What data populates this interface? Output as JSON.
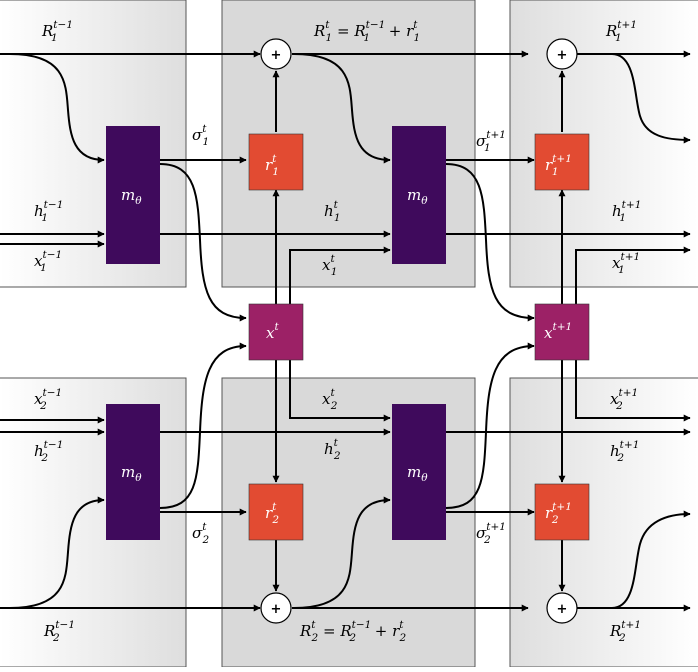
{
  "colors": {
    "panel_light": "#ececec",
    "panel_dark": "#d9d9d9",
    "panel_border": "#555555",
    "model_box": "#3f0a5c",
    "reward_box": "#e24b32",
    "state_box": "#9c2166",
    "wire": "#000000"
  },
  "labels": {
    "R1_prev": {
      "base": "R",
      "sub": "1",
      "sup": "t−1"
    },
    "R1_eq": {
      "lhs_base": "R",
      "lhs_sub": "1",
      "lhs_sup": "t",
      "eq": " = ",
      "a_base": "R",
      "a_sub": "1",
      "a_sup": "t−1",
      "plus": " + ",
      "b_base": "r",
      "b_sub": "1",
      "b_sup": "t"
    },
    "R1_next": {
      "base": "R",
      "sub": "1",
      "sup": "t+1"
    },
    "R2_prev": {
      "base": "R",
      "sub": "2",
      "sup": "t−1"
    },
    "R2_eq": {
      "lhs_base": "R",
      "lhs_sub": "2",
      "lhs_sup": "t",
      "eq": " = ",
      "a_base": "R",
      "a_sub": "2",
      "a_sup": "t−1",
      "plus": " + ",
      "b_base": "r",
      "b_sub": "2",
      "b_sup": "t"
    },
    "R2_next": {
      "base": "R",
      "sub": "2",
      "sup": "t+1"
    },
    "sigma1_t": {
      "base": "σ",
      "sub": "1",
      "sup": "t"
    },
    "sigma1_t1": {
      "base": "σ",
      "sub": "1",
      "sup": "t+1"
    },
    "sigma2_t": {
      "base": "σ",
      "sub": "2",
      "sup": "t"
    },
    "sigma2_t1": {
      "base": "σ",
      "sub": "2",
      "sup": "t+1"
    },
    "h1_prev": {
      "base": "h",
      "sub": "1",
      "sup": "t−1"
    },
    "h1_t": {
      "base": "h",
      "sub": "1",
      "sup": "t"
    },
    "h1_next": {
      "base": "h",
      "sub": "1",
      "sup": "t+1"
    },
    "x1_prev": {
      "base": "x",
      "sub": "1",
      "sup": "t−1"
    },
    "x1_t": {
      "base": "x",
      "sub": "1",
      "sup": "t"
    },
    "x1_next": {
      "base": "x",
      "sub": "1",
      "sup": "t+1"
    },
    "x2_prev": {
      "base": "x",
      "sub": "2",
      "sup": "t−1"
    },
    "x2_t": {
      "base": "x",
      "sub": "2",
      "sup": "t"
    },
    "x2_next": {
      "base": "x",
      "sub": "2",
      "sup": "t+1"
    },
    "h2_prev": {
      "base": "h",
      "sub": "2",
      "sup": "t−1"
    },
    "h2_t": {
      "base": "h",
      "sub": "2",
      "sup": "t"
    },
    "h2_next": {
      "base": "h",
      "sub": "2",
      "sup": "t+1"
    }
  },
  "boxes": {
    "model": {
      "base": "m",
      "sub": "θ"
    },
    "r1_t": {
      "base": "r",
      "sub": "1",
      "sup": "t"
    },
    "r1_t1": {
      "base": "r",
      "sub": "1",
      "sup": "t+1"
    },
    "r2_t": {
      "base": "r",
      "sub": "2",
      "sup": "t"
    },
    "r2_t1": {
      "base": "r",
      "sub": "2",
      "sup": "t+1"
    },
    "x_t": {
      "base": "x",
      "sup": "t"
    },
    "x_t1": {
      "base": "x",
      "sup": "t+1"
    }
  },
  "operators": {
    "plus": "+"
  }
}
